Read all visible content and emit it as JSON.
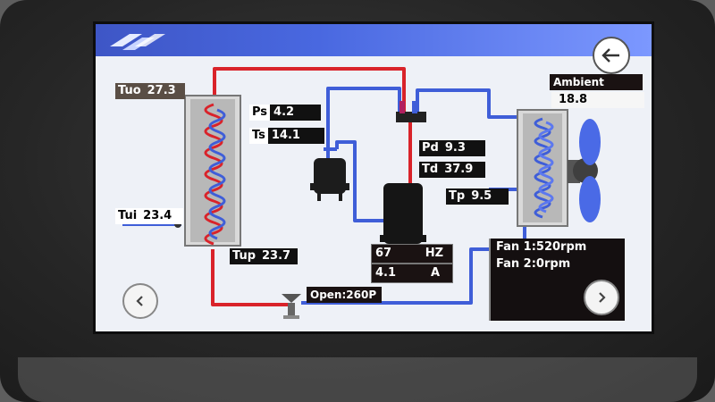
{
  "sensors": {
    "tuo": {
      "key": "Tuo",
      "value": "27.3"
    },
    "tui": {
      "key": "Tui",
      "value": "23.4"
    },
    "tup": {
      "key": "Tup",
      "value": "23.7"
    },
    "ps": {
      "key": "Ps",
      "value": "4.2"
    },
    "ts": {
      "key": "Ts",
      "value": "14.1"
    },
    "pd": {
      "key": "Pd",
      "value": "9.3"
    },
    "td": {
      "key": "Td",
      "value": "37.9"
    },
    "tp": {
      "key": "Tp",
      "value": "9.5"
    }
  },
  "ambient": {
    "label": "Ambient Temp.",
    "value": "18.8"
  },
  "compressor": {
    "freq_value": "67",
    "freq_unit": "HZ",
    "current_value": "4.1",
    "current_unit": "A"
  },
  "valve": {
    "text": "Open:260P"
  },
  "fans": [
    "Fan 1:520rpm",
    "Fan 2:0rpm"
  ],
  "colors": {
    "hot": "#d9232a",
    "cold": "#3f5ed8",
    "titlebar": "#4968e0"
  },
  "icons": [
    "logo-icon",
    "back-arrow-icon",
    "prev-page-icon",
    "next-page-icon",
    "fan-icon",
    "compressor-icon",
    "accumulator-icon",
    "four-way-valve-icon",
    "expansion-valve-icon"
  ]
}
